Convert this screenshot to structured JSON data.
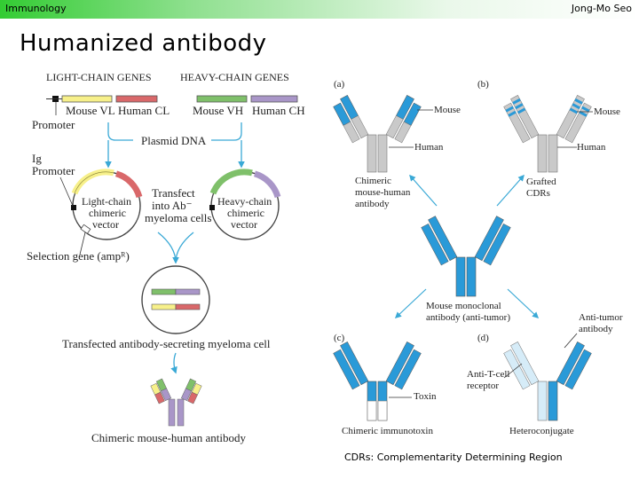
{
  "header": {
    "left": "Immunology",
    "right": "Jong-Mo Seo"
  },
  "title": "Humanized antibody",
  "left_panel": {
    "light_chain_genes": "LIGHT-CHAIN GENES",
    "heavy_chain_genes": "HEAVY-CHAIN GENES",
    "mouse_vl": "Mouse V",
    "mouse_vl_sub": "L",
    "human_cl": "Human C",
    "human_cl_sub": "L",
    "mouse_vh": "Mouse V",
    "mouse_vh_sub": "H",
    "human_ch": "Human C",
    "human_ch_sub": "H",
    "promoter": "Promoter",
    "plasmid_dna": "Plasmid DNA",
    "ig": "Ig",
    "ig_promoter": "Promoter",
    "light_vector_1": "Light-chain",
    "light_vector_2": "chimeric",
    "light_vector_3": "vector",
    "heavy_vector_1": "Heavy-chain",
    "heavy_vector_2": "chimeric",
    "heavy_vector_3": "vector",
    "transfect_1": "Transfect",
    "transfect_2": "into Ab⁻",
    "transfect_3": "myeloma cells",
    "selection_gene": "Selection gene (ampᴿ)",
    "transfected_cell": "Transfected antibody-secreting myeloma cell",
    "chimeric_antibody": "Chimeric mouse-human antibody"
  },
  "right_panel": {
    "a": "(a)",
    "b": "(b)",
    "c": "(c)",
    "d": "(d)",
    "a_mouse": "Mouse",
    "a_human": "Human",
    "a_caption_1": "Chimeric",
    "a_caption_2": "mouse-human",
    "a_caption_3": "antibody",
    "b_mouse": "Mouse",
    "b_human": "Human",
    "b_caption_1": "Grafted",
    "b_caption_2": "CDRs",
    "center_caption_1": "Mouse monoclonal",
    "center_caption_2": "antibody (anti-tumor)",
    "c_toxin": "Toxin",
    "c_caption": "Chimeric immunotoxin",
    "d_anti_t": "Anti-T-cell",
    "d_receptor": "receptor",
    "d_anti_tumor_1": "Anti-tumor",
    "d_anti_tumor_2": "antibody",
    "d_caption": "Heteroconjugate"
  },
  "footer": "CDRs: Complementarity Determining Region",
  "colors": {
    "mouse_yellow": "#f7f08a",
    "human_red": "#d9686a",
    "mouse_green": "#7fc06a",
    "human_purple": "#a996c8",
    "antibody_blue": "#2a9ad8",
    "antibody_gray": "#c9c9c9",
    "arrow_cyan": "#3aa9d6"
  }
}
